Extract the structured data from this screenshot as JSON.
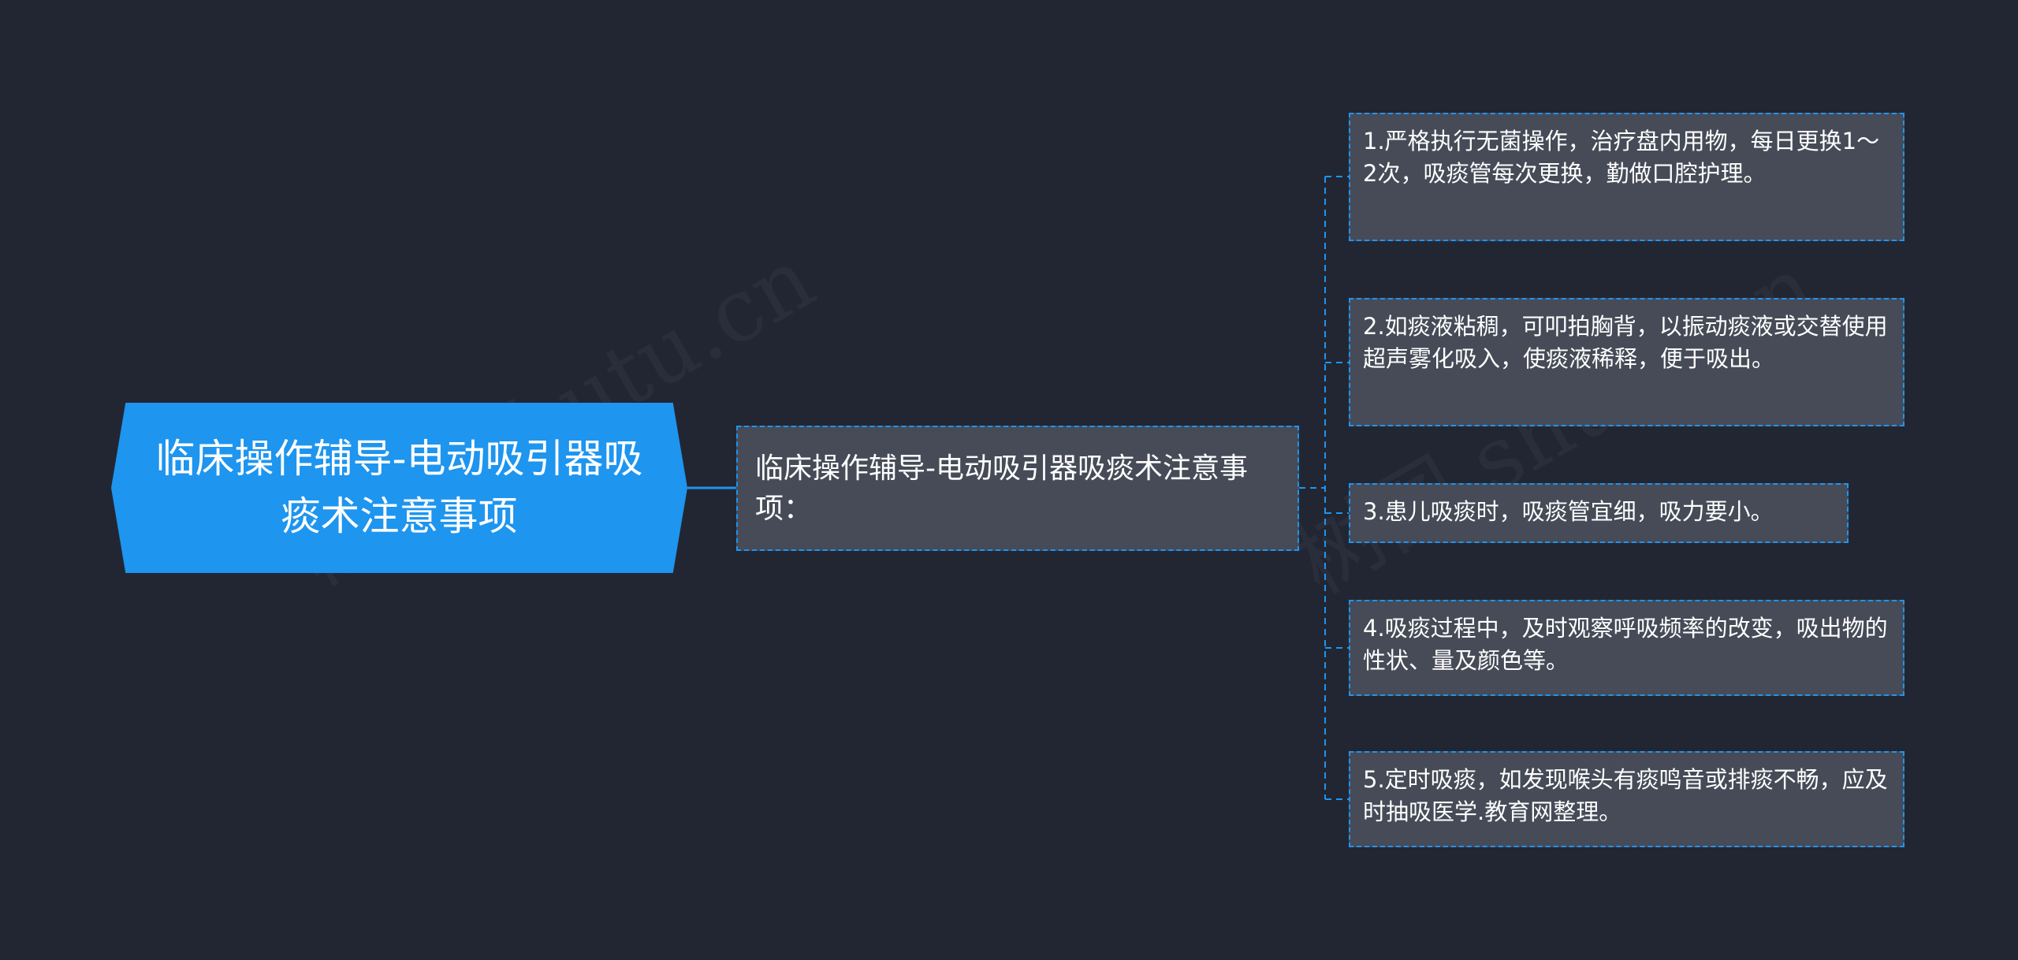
{
  "root": {
    "label": "临床操作辅导-电动吸引器吸痰术注意事项"
  },
  "branch": {
    "label": "临床操作辅导-电动吸引器吸痰术注意事项："
  },
  "items": [
    {
      "text": "1.严格执行无菌操作，治疗盘内用物，每日更换1～2次，吸痰管每次更换，勤做口腔护理。"
    },
    {
      "text": "2.如痰液粘稠，可叩拍胸背，以振动痰液或交替使用超声雾化吸入，使痰液稀释，便于吸出。"
    },
    {
      "text": "3.患儿吸痰时，吸痰管宜细，吸力要小。"
    },
    {
      "text": "4.吸痰过程中，及时观察呼吸频率的改变，吸出物的性状、量及颜色等。"
    },
    {
      "text": "5.定时吸痰，如发现喉头有痰鸣音或排痰不畅，应及时抽吸医学.教育网整理。"
    }
  ],
  "colors": {
    "background": "#222633",
    "accent": "#1e95ef",
    "node_fill": "#464b57",
    "text": "#ffffff"
  },
  "watermark": "树图 shutu.cn"
}
